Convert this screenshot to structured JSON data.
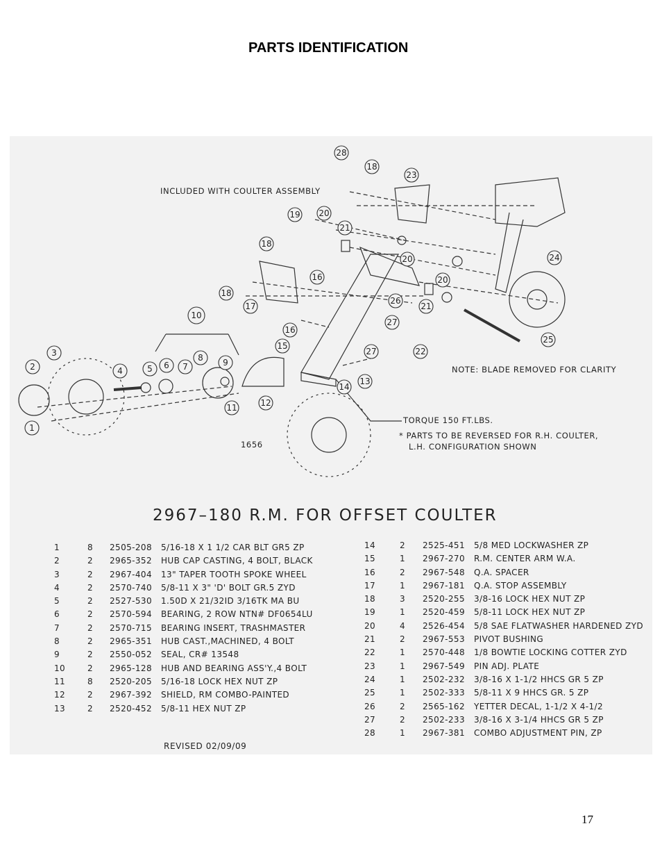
{
  "page": {
    "title": "PARTS IDENTIFICATION",
    "page_number": "17"
  },
  "diagram": {
    "notes": {
      "included": "INCLUDED WITH COULTER ASSEMBLY",
      "blade": "NOTE:  BLADE REMOVED FOR CLARITY",
      "torque": "TORQUE 150 FT.LBS.",
      "reverse_line1": "*  PARTS TO BE REVERSED FOR R.H. COULTER,",
      "reverse_line2": "L.H. CONFIGURATION SHOWN",
      "drawing_id": "1656"
    },
    "callouts": [
      "1",
      "2",
      "3",
      "4",
      "5",
      "6",
      "7",
      "8",
      "9",
      "10",
      "11",
      "12",
      "13",
      "14",
      "15",
      "16",
      "16",
      "17",
      "18",
      "18",
      "18",
      "19",
      "20",
      "20",
      "20",
      "21",
      "21",
      "22",
      "23",
      "24",
      "25",
      "26",
      "27",
      "27",
      "28"
    ]
  },
  "bom": {
    "title": "2967–180 R.M. FOR OFFSET COULTER",
    "revised": "REVISED 02/09/09",
    "left": [
      {
        "item": "1",
        "qty": "8",
        "part": "2505-208",
        "desc": "5/16-18 X 1 1/2 CAR BLT GR5 ZP"
      },
      {
        "item": "2",
        "qty": "2",
        "part": "2965-352",
        "desc": "HUB CAP CASTING, 4 BOLT, BLACK"
      },
      {
        "item": "3",
        "qty": "2",
        "part": "2967-404",
        "desc": "13\" TAPER TOOTH SPOKE WHEEL"
      },
      {
        "item": "4",
        "qty": "2",
        "part": "2570-740",
        "desc": "5/8-11 X 3\" 'D' BOLT GR.5 ZYD"
      },
      {
        "item": "5",
        "qty": "2",
        "part": "2527-530",
        "desc": "1.50D X 21/32ID 3/16TK MA BU"
      },
      {
        "item": "6",
        "qty": "2",
        "part": "2570-594",
        "desc": "BEARING, 2 ROW NTN# DF0654LU"
      },
      {
        "item": "7",
        "qty": "2",
        "part": "2570-715",
        "desc": "BEARING INSERT, TRASHMASTER"
      },
      {
        "item": "8",
        "qty": "2",
        "part": "2965-351",
        "desc": "HUB CAST.,MACHINED, 4 BOLT"
      },
      {
        "item": "9",
        "qty": "2",
        "part": "2550-052",
        "desc": "SEAL, CR# 13548"
      },
      {
        "item": "10",
        "qty": "2",
        "part": "2965-128",
        "desc": "HUB AND BEARING ASS'Y.,4 BOLT"
      },
      {
        "item": "11",
        "qty": "8",
        "part": "2520-205",
        "desc": "5/16-18 LOCK HEX NUT ZP"
      },
      {
        "item": "12",
        "qty": "2",
        "part": "2967-392",
        "desc": "SHIELD, RM COMBO-PAINTED"
      },
      {
        "item": "13",
        "qty": "2",
        "part": "2520-452",
        "desc": "5/8-11 HEX NUT ZP"
      }
    ],
    "right": [
      {
        "item": "14",
        "qty": "2",
        "part": "2525-451",
        "desc": "5/8 MED LOCKWASHER ZP"
      },
      {
        "item": "15",
        "qty": "1",
        "part": "2967-270",
        "desc": "R.M. CENTER ARM W.A."
      },
      {
        "item": "16",
        "qty": "2",
        "part": "2967-548",
        "desc": "Q.A. SPACER"
      },
      {
        "item": "17",
        "qty": "1",
        "part": "2967-181",
        "desc": "Q.A. STOP ASSEMBLY"
      },
      {
        "item": "18",
        "qty": "3",
        "part": "2520-255",
        "desc": "3/8-16 LOCK HEX NUT ZP"
      },
      {
        "item": "19",
        "qty": "1",
        "part": "2520-459",
        "desc": "5/8-11 LOCK HEX NUT   ZP"
      },
      {
        "item": "20",
        "qty": "4",
        "part": "2526-454",
        "desc": "5/8 SAE FLATWASHER HARDENED ZYD"
      },
      {
        "item": "21",
        "qty": "2",
        "part": "2967-553",
        "desc": "PIVOT BUSHING"
      },
      {
        "item": "22",
        "qty": "1",
        "part": "2570-448",
        "desc": "1/8 BOWTIE LOCKING COTTER ZYD"
      },
      {
        "item": "23",
        "qty": "1",
        "part": "2967-549",
        "desc": "PIN ADJ. PLATE"
      },
      {
        "item": "24",
        "qty": "1",
        "part": "2502-232",
        "desc": "3/8-16 X 1-1/2 HHCS GR 5 ZP"
      },
      {
        "item": "25",
        "qty": "1",
        "part": "2502-333",
        "desc": "5/8-11 X 9 HHCS GR. 5 ZP"
      },
      {
        "item": "26",
        "qty": "2",
        "part": "2565-162",
        "desc": "YETTER DECAL, 1-1/2 X 4-1/2"
      },
      {
        "item": "27",
        "qty": "2",
        "part": "2502-233",
        "desc": "3/8-16 X 3-1/4 HHCS GR 5 ZP"
      },
      {
        "item": "28",
        "qty": "1",
        "part": "2967-381",
        "desc": "COMBO ADJUSTMENT PIN, ZP"
      }
    ]
  }
}
